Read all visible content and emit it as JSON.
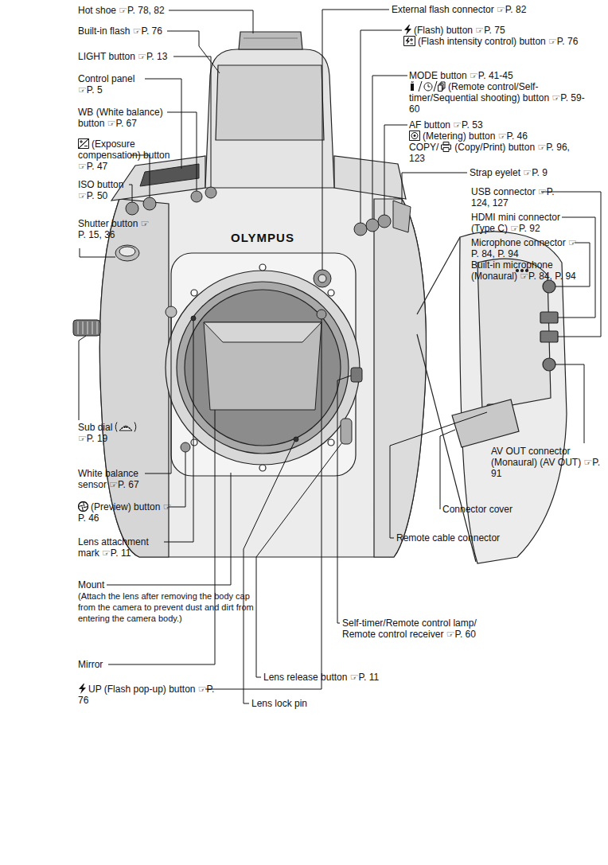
{
  "diagram": {
    "labels": [
      "Hot shoe ☞P. 78, 82",
      "Built-in flash ☞P. 76",
      "LIGHT button ☞P. 13",
      "Control panel ☞P. 5",
      "WB (White balance) button ☞P. 67",
      "(Exposure compensation) button ☞P. 47",
      "ISO button ☞P. 50",
      "Shutter button ☞P. 15, 36",
      "Sub dial",
      "☞P. 19",
      "White balance sensor ☞P. 67",
      "(Preview) button ☞P. 46",
      "Lens attachment mark ☞P. 11",
      "Mount",
      "(Attach the lens after removing the body cap from the camera to prevent dust and dirt from entering the camera body.)",
      "Mirror",
      "UP (Flash pop-up) button ☞P. 76",
      "External flash connector ☞P. 82",
      "(Flash) button ☞P. 75",
      "(Flash intensity control) button ☞P. 76",
      "MODE button ☞P. 41-45",
      "(Remote control/Self-timer/Sequential shooting) button ☞P. 59-60",
      "AF button ☞P. 53",
      "(Metering) button ☞P. 46",
      "COPY/",
      "(Copy/Print) button ☞P. 96, 123",
      "Strap eyelet ☞P. 9",
      "USB connector ☞P. 124, 127",
      "HDMI mini connector (Type C) ☞P. 92",
      "Microphone connector ☞P. 84, P. 94",
      "Built-in microphone (Monaural) ☞P. 84, P. 94",
      "AV OUT connector (Monaural) (AV OUT) ☞P. 91",
      "Connector cover",
      "Remote cable connector",
      "Self-timer/Remote control lamp/ Remote control receiver ☞P. 60",
      "Lens release button ☞P. 11",
      "Lens lock pin",
      "OLYMPUS"
    ]
  }
}
